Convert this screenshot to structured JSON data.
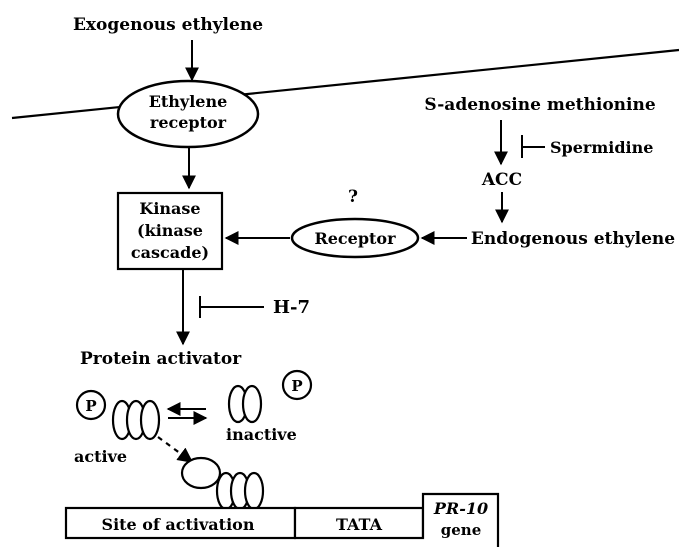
{
  "labels": {
    "exogenous_ethylene": "Exogenous ethylene",
    "ethylene_receptor_line1": "Ethylene",
    "ethylene_receptor_line2": "receptor",
    "sam": "S-adenosine methionine",
    "spermidine": "Spermidine",
    "acc": "ACC",
    "question_mark": "?",
    "kinase_line1": "Kinase",
    "kinase_line2": "(kinase",
    "kinase_line3": "cascade)",
    "receptor": "Receptor",
    "endogenous_ethylene": "Endogenous ethylene",
    "h7": "H-7",
    "protein_activator": "Protein activator",
    "phosphate_symbol": "P",
    "active": "active",
    "inactive": "inactive",
    "site_of_activation": "Site of activation",
    "tata": "TATA",
    "pr10_line1": "PR-10",
    "pr10_line2": "gene"
  }
}
